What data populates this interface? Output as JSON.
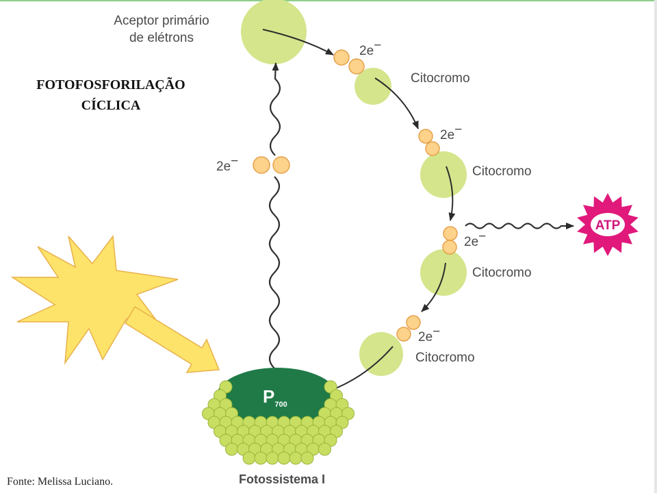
{
  "title": {
    "line1": "FOTOFOSFORILAÇÃO",
    "line2": "CÍCLICA"
  },
  "acceptor": {
    "line1": "Aceptor primário",
    "line2": "de elétrons"
  },
  "electrons": {
    "label": "2e",
    "charge": "−"
  },
  "cytochromes": [
    {
      "label": "Citocromo"
    },
    {
      "label": "Citocromo"
    },
    {
      "label": "Citocromo"
    },
    {
      "label": "Citocromo"
    }
  ],
  "atp": {
    "label": "ATP"
  },
  "p700": {
    "main": "P",
    "sub": "700"
  },
  "photosystem": {
    "label": "Fotossistema I"
  },
  "source": {
    "text": "Fonte: Melissa Luciano."
  },
  "colors": {
    "carrier": "#d4e58c",
    "electron": "#fdd28a",
    "p700": "#1f7a47",
    "antenna": "#c8de62",
    "atp": "#e0197b",
    "sun": "#fde36a"
  }
}
